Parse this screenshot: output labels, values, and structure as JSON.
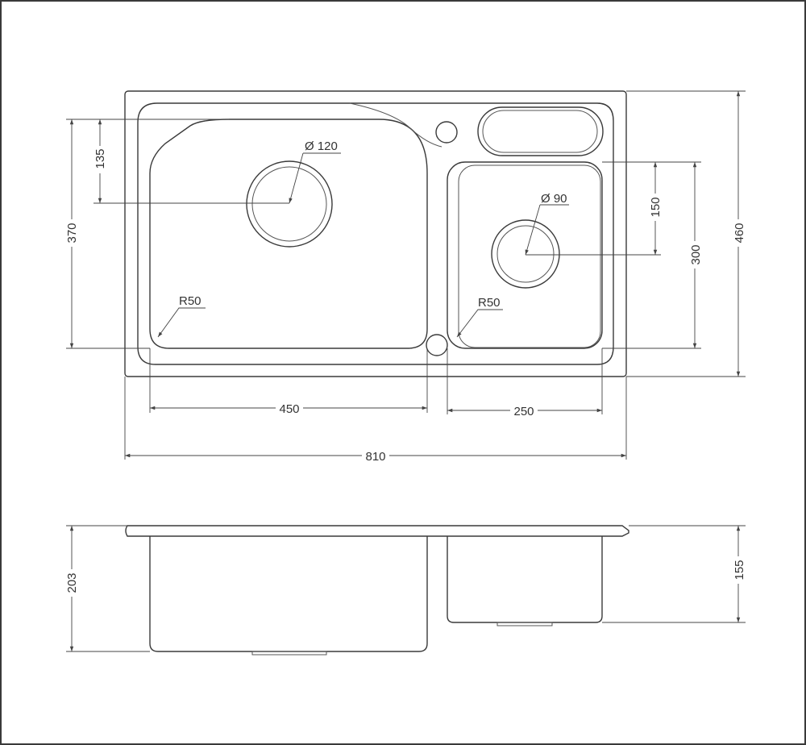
{
  "dimensions": {
    "overall_width": "810",
    "big_bowl_width": "450",
    "small_bowl_width": "250",
    "overall_depth": "460",
    "big_bowl_length": "370",
    "small_bowl_length": "300",
    "big_drain_offset": "135",
    "small_drain_offset": "150",
    "big_drain_diameter": "Ø 120",
    "small_drain_diameter": "Ø 90",
    "big_bowl_radius": "R50",
    "small_bowl_radius": "R50",
    "big_bowl_height": "203",
    "small_bowl_height": "155"
  }
}
